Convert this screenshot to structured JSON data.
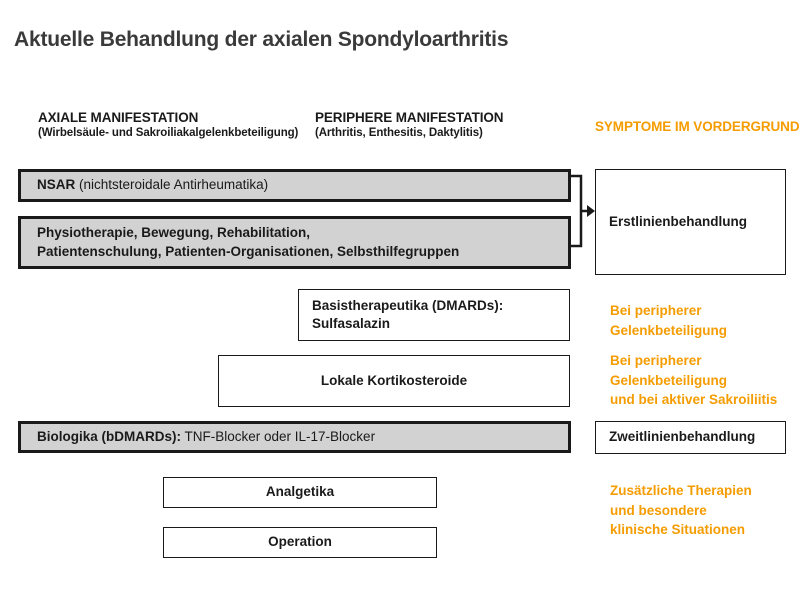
{
  "title": "Aktuelle Behandlung der axialen Spondyloarthritis",
  "headers": {
    "axial_title": "AXIALE MANIFESTATION",
    "axial_subtitle": "(Wirbelsäule- und Sakroiliakalgelenkbeteiligung)",
    "peripheral_title": "PERIPHERE MANIFESTATION",
    "peripheral_subtitle": "(Arthritis, Enthesitis, Daktylitis)",
    "symptoms_title": "SYMPTOME IM VORDERGRUND"
  },
  "treatments": {
    "nsar_lead": "NSAR",
    "nsar_rest": " (nichtsteroidale Antirheumatika)",
    "physio": "Physiotherapie, Bewegung, Rehabilitation,\nPatientenschulung, Patienten-Organisationen, Selbsthilfegruppen",
    "dmards": "Basistherapeutika (DMARDs):\nSulfasalazin",
    "kortikosteroide": "Lokale Kortikosteroide",
    "biologika_lead": "Biologika (bDMARDs):",
    "biologika_rest": " TNF-Blocker oder IL-17-Blocker",
    "analgetika": "Analgetika",
    "operation": "Operation"
  },
  "annotations": {
    "erstlinie": "Erstlinienbehandlung",
    "peripher": "Bei peripherer\nGelenkbeteiligung",
    "peripher_sakro": "Bei peripherer\nGelenkbeteiligung\nund bei aktiver Sakroiliitis",
    "zweitlinie": "Zweitlinienbehandlung",
    "zusatz": "Zusätzliche Therapien\nund besondere\nklinische Situationen"
  },
  "colors": {
    "orange": "#F59C00",
    "box_gray": "#D2D2D2",
    "border_dark": "#1A1A1A",
    "title_color": "#3A3A3A"
  }
}
